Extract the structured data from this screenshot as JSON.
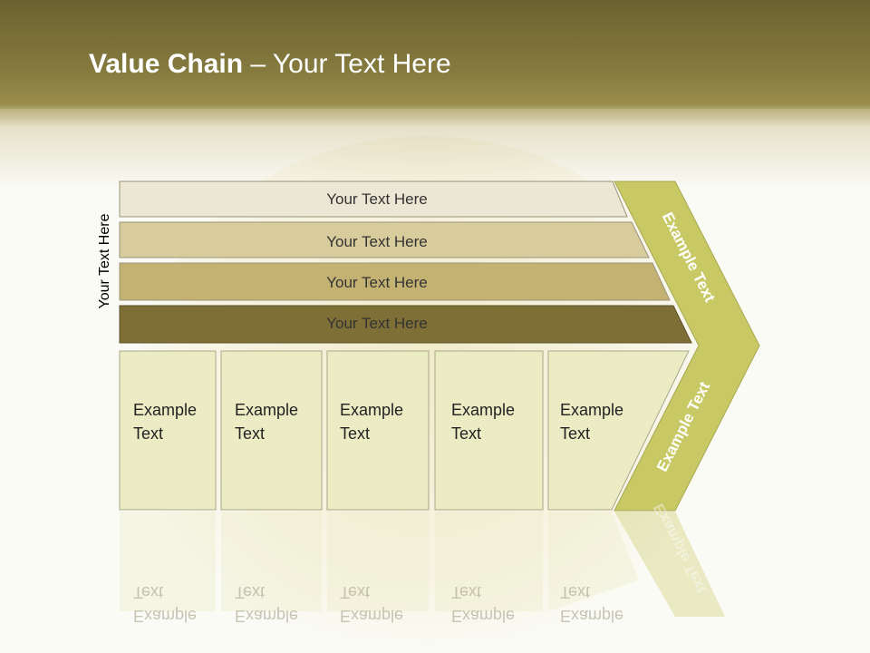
{
  "title": {
    "bold": "Value Chain",
    "rest": " – Your Text Here"
  },
  "side_label": "Your Text Here",
  "bars": [
    {
      "label": "Your Text Here",
      "color": "#ece6d4"
    },
    {
      "label": "Your Text Here",
      "color": "#d8cb9c"
    },
    {
      "label": "Your Text Here",
      "color": "#c4b273"
    },
    {
      "label": "Your Text Here",
      "color": "#7d6f35"
    }
  ],
  "cells": [
    {
      "line1": "Example",
      "line2": "Text"
    },
    {
      "line1": "Example",
      "line2": "Text"
    },
    {
      "line1": "Example",
      "line2": "Text"
    },
    {
      "line1": "Example",
      "line2": "Text"
    },
    {
      "line1": "Example",
      "line2": "Text"
    }
  ],
  "chevron": {
    "top_label": "Example Text",
    "bottom_label": "Example Text",
    "color": "#c8c864"
  },
  "cell_color": "#ebebc4"
}
